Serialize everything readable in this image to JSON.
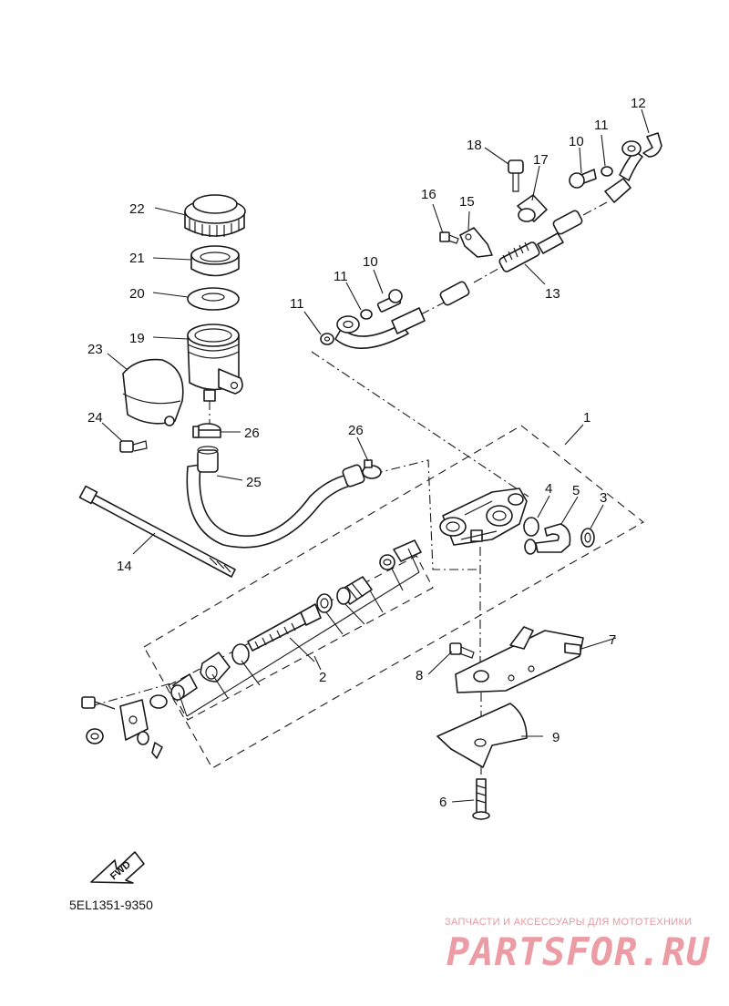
{
  "diagram": {
    "callouts": {
      "c1": "1",
      "c2": "2",
      "c3": "3",
      "c4": "4",
      "c5": "5",
      "c6": "6",
      "c7": "7",
      "c8": "8",
      "c9": "9",
      "c10a": "10",
      "c10b": "10",
      "c11a": "11",
      "c11b": "11",
      "c11c": "11",
      "c12": "12",
      "c13": "13",
      "c14": "14",
      "c15": "15",
      "c16": "16",
      "c17": "17",
      "c18": "18",
      "c19": "19",
      "c20": "20",
      "c21": "21",
      "c22": "22",
      "c23": "23",
      "c24": "24",
      "c25": "25",
      "c26a": "26",
      "c26b": "26"
    },
    "fwd_label": "FWD",
    "catalog_code": "5EL1351-9350"
  },
  "watermark": {
    "tagline": "ЗАПЧАСТИ И АКСЕССУАРЫ ДЛЯ МОТОТЕХНИКИ",
    "brand": "PARTSFOR.RU"
  }
}
